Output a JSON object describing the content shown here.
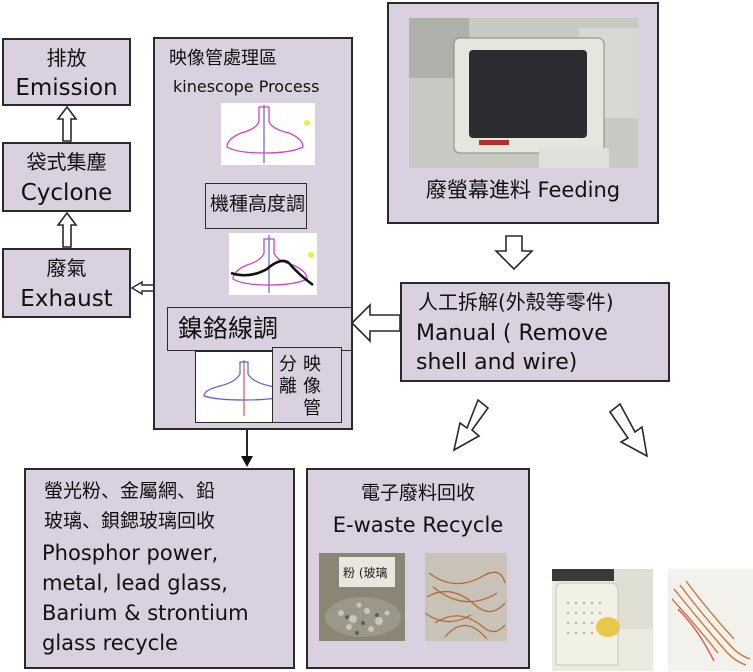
{
  "emission": {
    "zh": "排放",
    "en": "Emission"
  },
  "cyclone": {
    "zh": "袋式集塵",
    "en": "Cyclone"
  },
  "exhaust": {
    "zh": "廢氣",
    "en": "Exhaust"
  },
  "kinescope": {
    "zh": "映像管處理區",
    "en": "kinescope Process",
    "model_label": "機種高度調",
    "nicr_label": "鎳鉻線調",
    "separate_label_1": "分",
    "separate_label_2": "離",
    "picture_tube_label_1": "映",
    "picture_tube_label_2": "像",
    "picture_tube_label_3": "管"
  },
  "feeding": {
    "label": "廢螢幕進料 Feeding"
  },
  "manual": {
    "line1": "人工拆解(外殼等零件)",
    "line2": "Manual ( Remove",
    "line3": "shell and wire)"
  },
  "phosphor": {
    "zh1": "螢光粉、金屬網、鉛",
    "zh2": "玻璃、鋇鍶玻璃回收",
    "en1": "Phosphor power,",
    "en2": "metal, lead glass,",
    "en3": "Barium & strontium",
    "en4": "glass recycle"
  },
  "ewaste": {
    "zh": "電子廢料回收",
    "en": "E-waste Recycle",
    "bag_text": "粉 (玻璃"
  },
  "colors": {
    "box_fill": "#d9d1df",
    "border": "#2a2a2a",
    "arrow_fill": "#ffffff"
  }
}
